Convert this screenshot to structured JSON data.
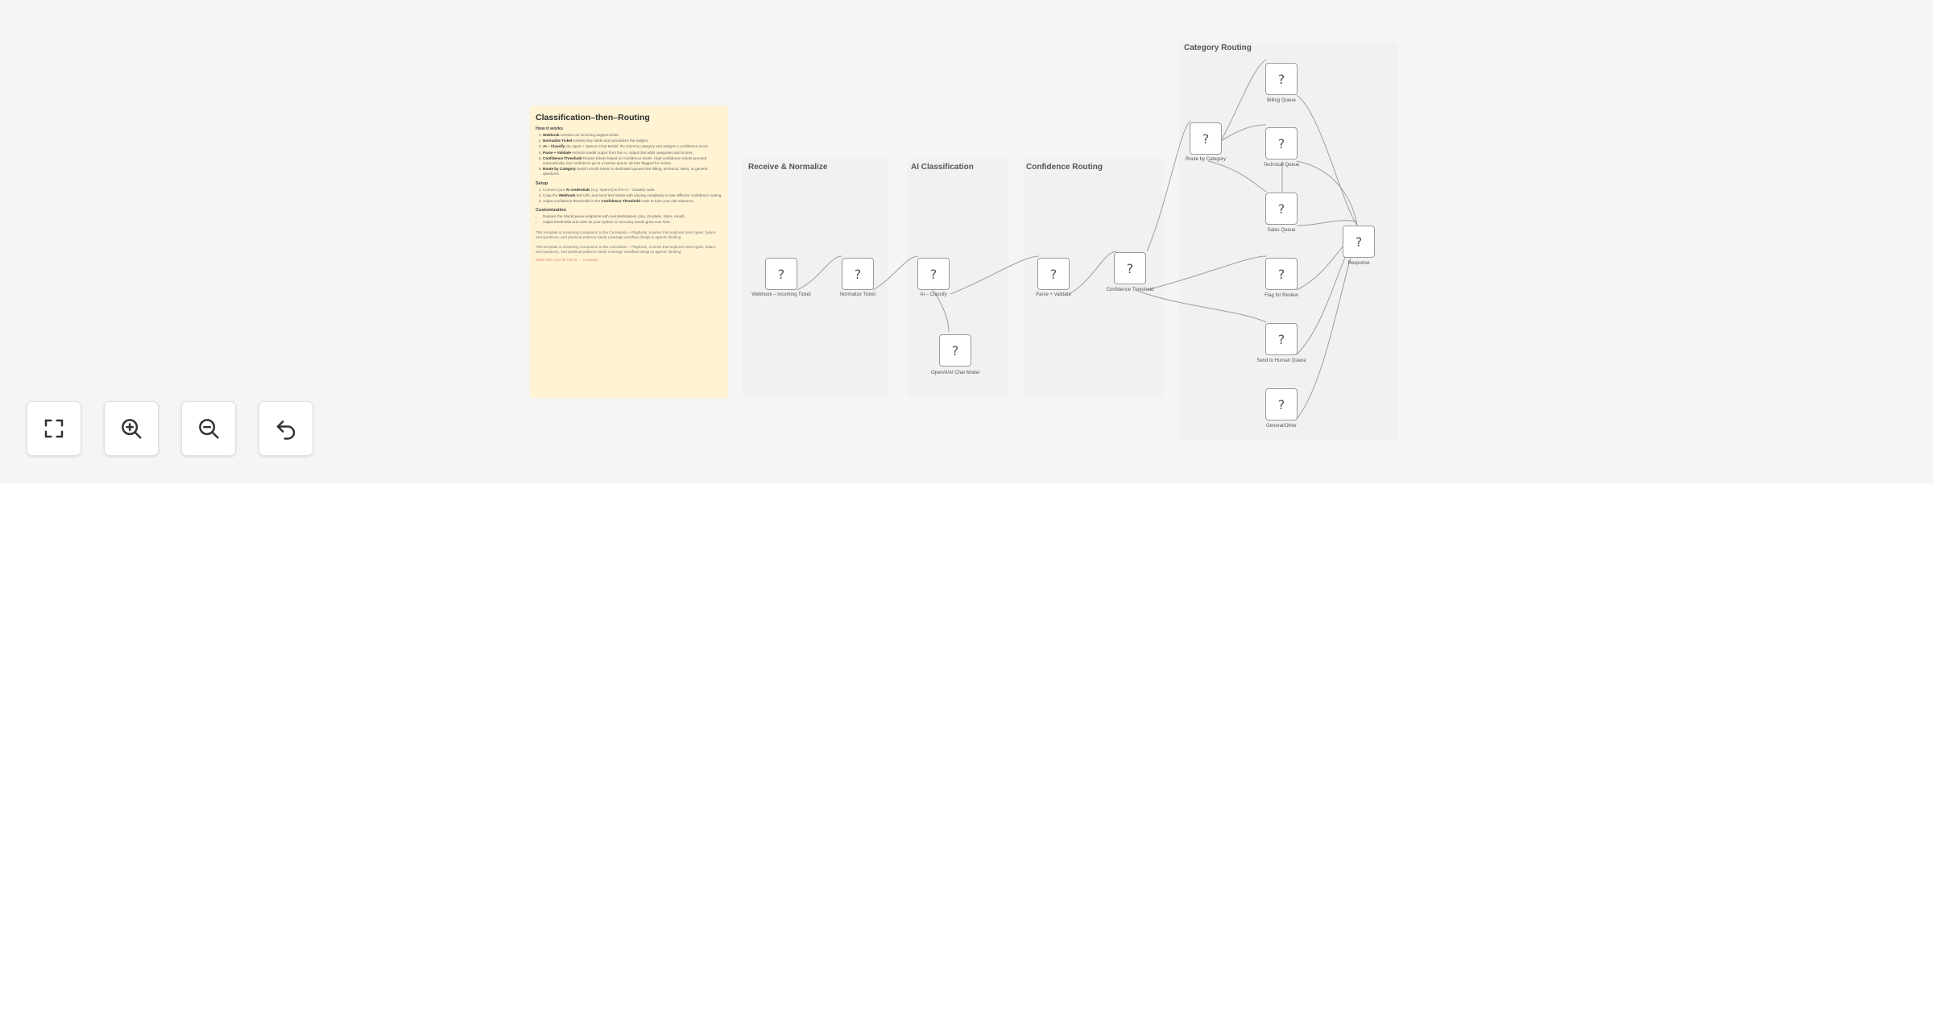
{
  "note": {
    "title": "Classification–then–Routing",
    "how_heading": "How it works",
    "how_items": [
      {
        "bold": "Webhook",
        "text": " receives an incoming support ticket."
      },
      {
        "bold": "Normalize Ticket",
        "text": " extracts key fields and normalizes the subject."
      },
      {
        "bold": "AI – Classify",
        "text": " via Agent + OpenAI Chat Model: the ticket by category and assigns a confidence score."
      },
      {
        "bold": "Parse + Validate",
        "text": " extracts model output from the AI, output that adds categories and scores."
      },
      {
        "bold": "Confidence Threshold",
        "text": " Routes tickets based on confidence levels. High-confidence tickets proceed automatically, low-confidence go to a human queue; all else flagged for review."
      },
      {
        "bold": "Route by Category",
        "text": " Switch sends tickets to dedicated queues like billing, technical, sales, or general questions."
      }
    ],
    "setup_heading": "Setup",
    "setup_items": [
      {
        "text_before": "Connect your ",
        "bold": "AI credentials",
        "text_after": " (e.g. OpenAI) to the AI – Classify node."
      },
      {
        "text_before": "Copy the ",
        "bold": "Webhook",
        "text_after": " test URL and send test tickets with varying complexity to see different confidence routing."
      },
      {
        "text_before": "Adjust confidence thresholds in the ",
        "bold": "Confidence Threshold",
        "text_after": " node to tune your risk tolerance."
      }
    ],
    "custom_heading": "Customization",
    "custom_items": [
      "Replace the Slack/queue endpoints with real destinations (Jira, Zendesk, Slack, email).",
      "Adjust thresholds and rules as your system or accuracy needs grow over time."
    ],
    "para1": "This template is a learning companion to the Correlation – Playbook, a series that explores ticket types, failure and questions, and practical patterns inside Leverage workflow design & agentic thinking.",
    "para2": "This template is a learning companion to the Correlation – Playbook, a series that explores ticket types, failure and questions, and practical patterns inside Leverage workflow design & agentic thinking.",
    "credit": "Made with care for n8n.io — Leverage"
  },
  "groups": {
    "receive": "Receive & Normalize",
    "ai": "AI Classification",
    "confidence": "Confidence Routing",
    "category": "Category Routing"
  },
  "nodes": {
    "webhook": {
      "icon": "?",
      "label": "Webhook – Incoming Ticket"
    },
    "normalize": {
      "icon": "?",
      "label": "Normalize Ticket"
    },
    "classify": {
      "icon": "?",
      "label": "AI – Classify"
    },
    "model": {
      "icon": "?",
      "label": "OpenAI/AI Chat Model"
    },
    "parse": {
      "icon": "?",
      "label": "Parse + Validate"
    },
    "threshold": {
      "icon": "?",
      "label": "Confidence Threshold"
    },
    "route": {
      "icon": "?",
      "label": "Route by Category"
    },
    "billing": {
      "icon": "?",
      "label": "Billing Queue"
    },
    "technical": {
      "icon": "?",
      "label": "Technical Queue"
    },
    "sales": {
      "icon": "?",
      "label": "Sales Queue"
    },
    "flag": {
      "icon": "?",
      "label": "Flag for Review"
    },
    "human": {
      "icon": "?",
      "label": "Send to Human Queue"
    },
    "general": {
      "icon": "?",
      "label": "General/Other"
    },
    "respond": {
      "icon": "?",
      "label": "Response"
    }
  },
  "controls": {
    "fit": "fit-view",
    "zoom_in": "zoom-in",
    "zoom_out": "zoom-out",
    "reset": "reset-zoom"
  }
}
